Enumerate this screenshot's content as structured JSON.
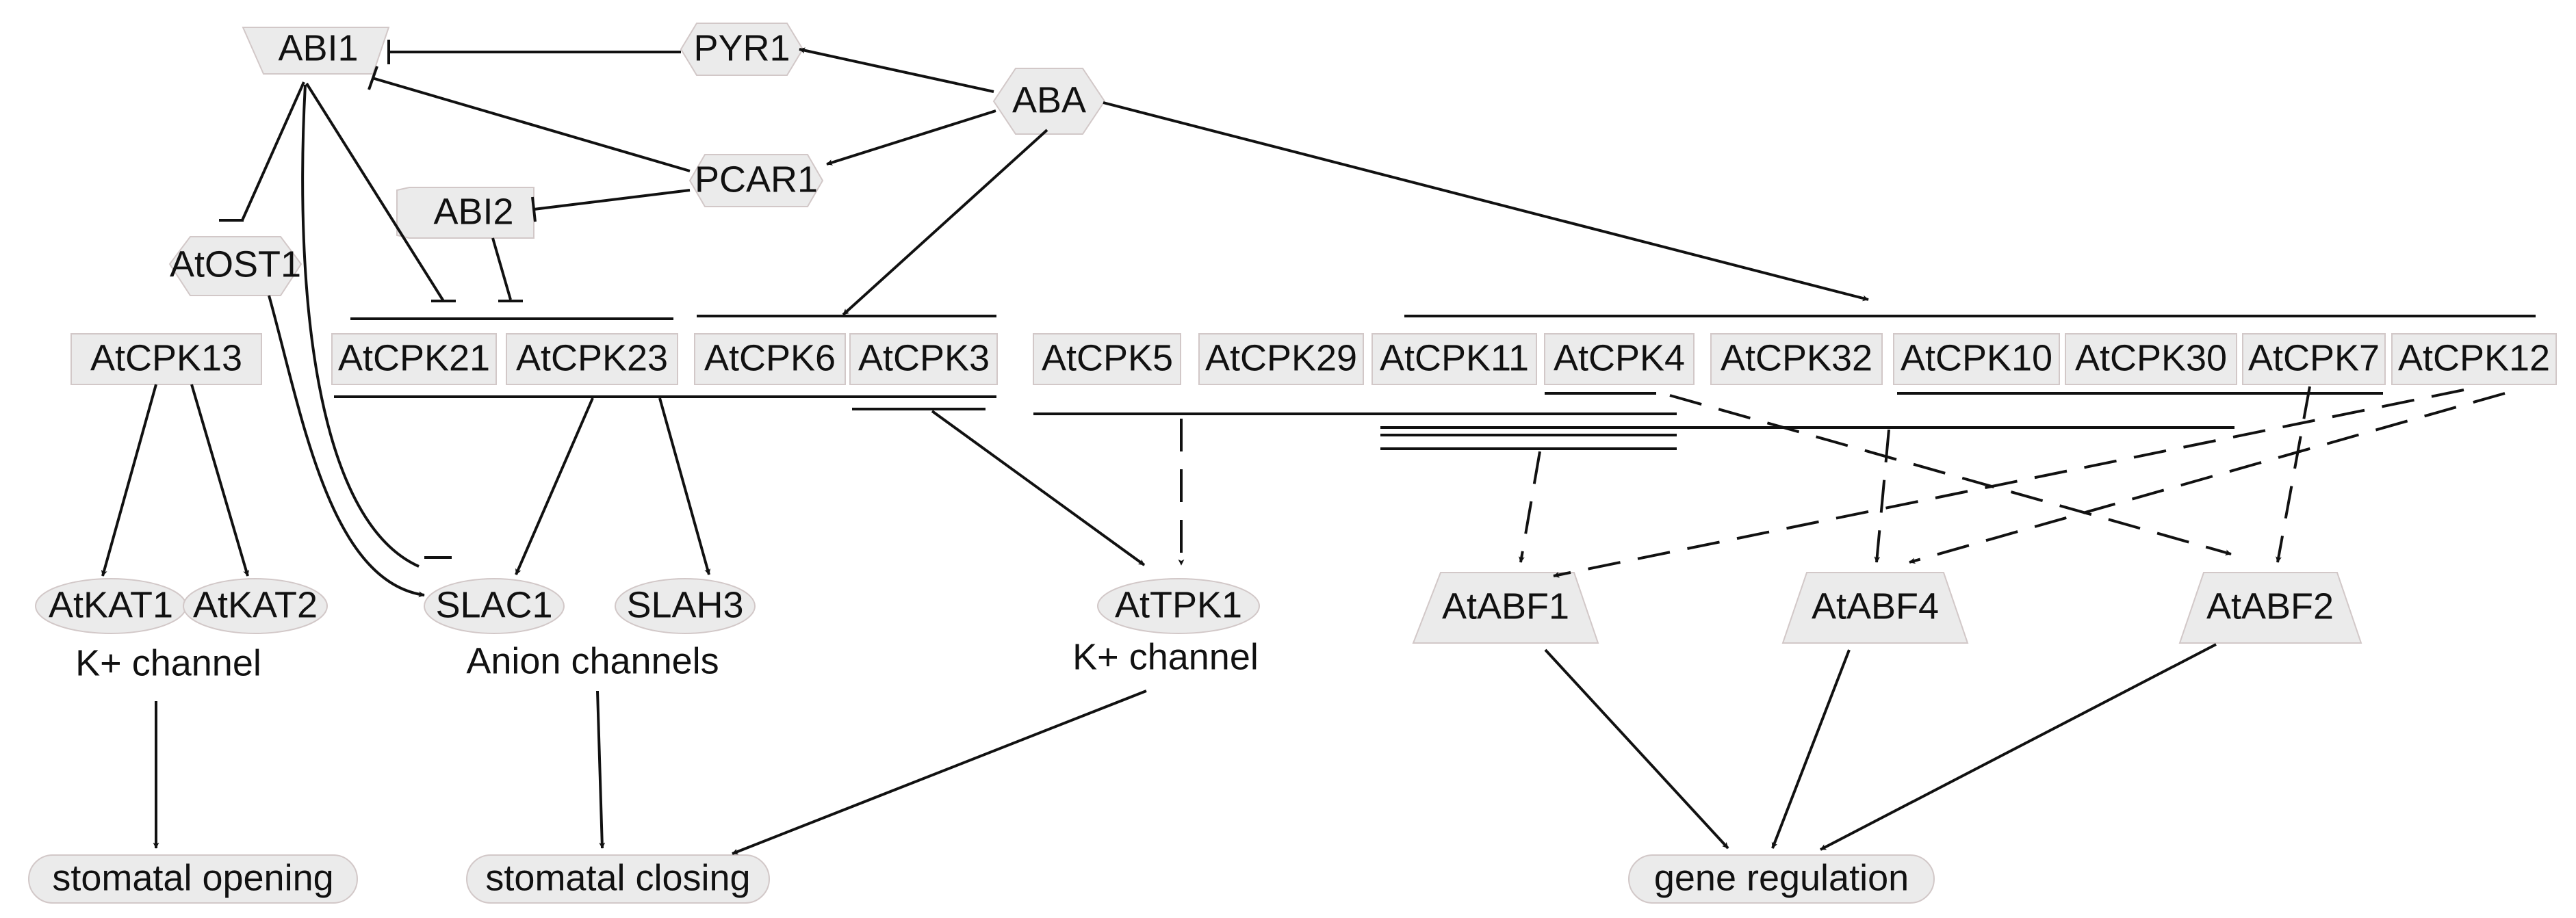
{
  "nodes": {
    "abi1": "ABI1",
    "pyr1": "PYR1",
    "aba": "ABA",
    "pcar1": "PCAR1",
    "abi2": "ABI2",
    "atost1": "AtOST1",
    "atcpk13": "AtCPK13",
    "atcpk21": "AtCPK21",
    "atcpk23": "AtCPK23",
    "atcpk6": "AtCPK6",
    "atcpk3": "AtCPK3",
    "atcpk5": "AtCPK5",
    "atcpk29": "AtCPK29",
    "atcpk11": "AtCPK11",
    "atcpk4": "AtCPK4",
    "atcpk32": "AtCPK32",
    "atcpk10": "AtCPK10",
    "atcpk30": "AtCPK30",
    "atcpk7": "AtCPK7",
    "atcpk12": "AtCPK12",
    "atkat1": "AtKAT1",
    "atkat2": "AtKAT2",
    "slac1": "SLAC1",
    "slah3": "SLAH3",
    "attpk1": "AtTPK1",
    "atabf1": "AtABF1",
    "atabf4": "AtABF4",
    "atabf2": "AtABF2",
    "stomatal_opening": "stomatal opening",
    "stomatal_closing": "stomatal closing",
    "gene_regulation": "gene regulation"
  },
  "captions": {
    "k_channel_left": "K+ channel",
    "anion_channels": "Anion channels",
    "k_channel_right": "K+ channel"
  },
  "colors": {
    "node_fill": "#ebebeb",
    "node_border": "#d2c8c8",
    "edge": "#111111"
  }
}
